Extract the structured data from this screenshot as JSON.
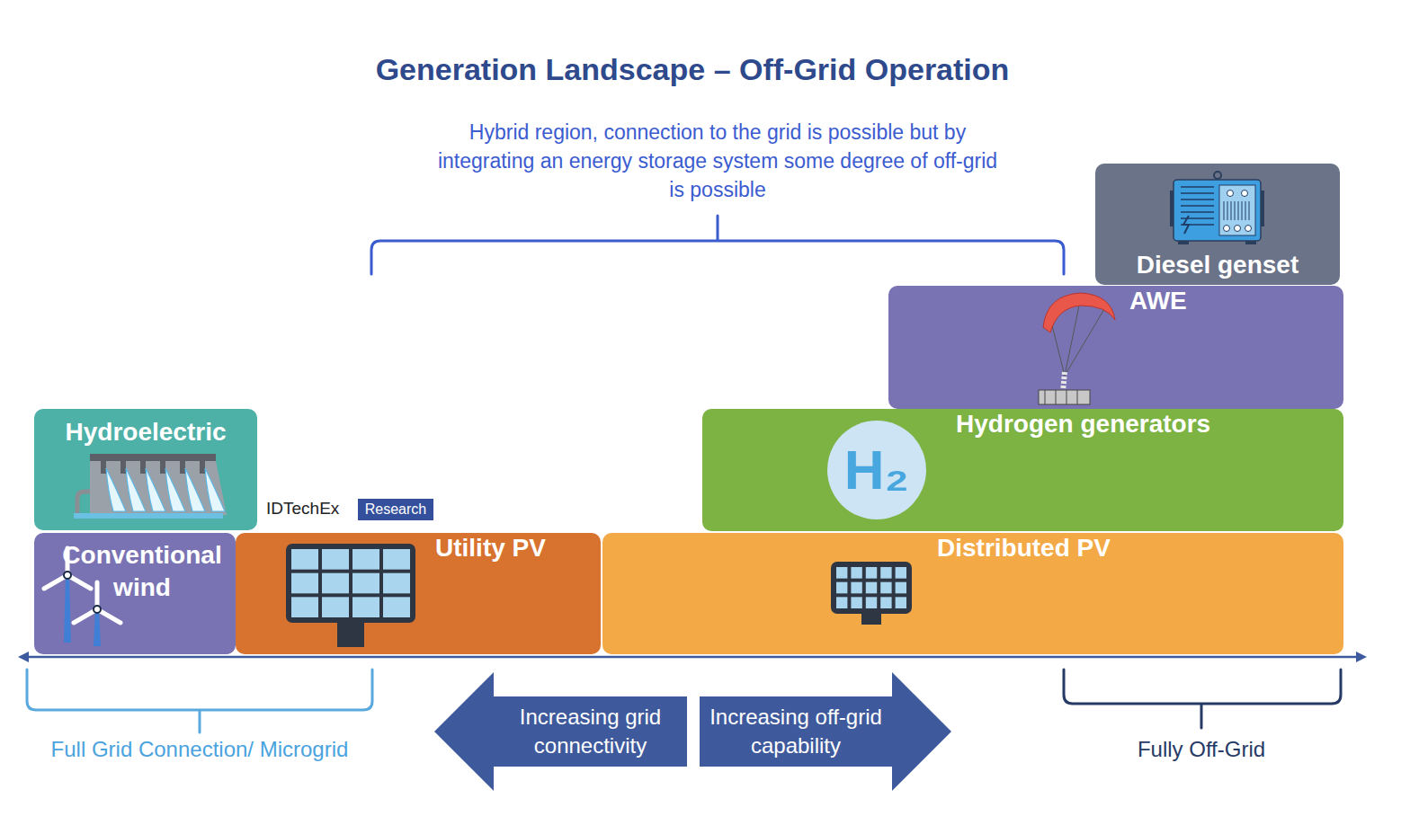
{
  "diagram": {
    "title": "Generation Landscape – Off-Grid Operation",
    "nodes": [
      {
        "text": [
          "Diesel genset"
        ]
      },
      {
        "text": [
          "AWE"
        ]
      },
      {
        "text": [
          "Hydroelectric"
        ]
      },
      {
        "text": [
          "Hydrogen generators"
        ]
      },
      {
        "text": [
          "H₂"
        ],
        "in": 3
      },
      {
        "text": [
          "Conventional wind"
        ]
      },
      {
        "text": [
          "Utility PV"
        ]
      },
      {
        "text": [
          "Distributed PV"
        ]
      },
      {
        "text": [
          "Increasing grid connectivity"
        ]
      },
      {
        "text": [
          "Increasing off-grid capability"
        ]
      }
    ],
    "edges": [],
    "labels": [
      "Hybrid region, connection to the grid is possible but by integrating an energy storage system some degree of off-grid is possible",
      "IDTechEx",
      "Research",
      "Full Grid Connection/ Microgrid",
      "Fully Off-Grid"
    ]
  }
}
